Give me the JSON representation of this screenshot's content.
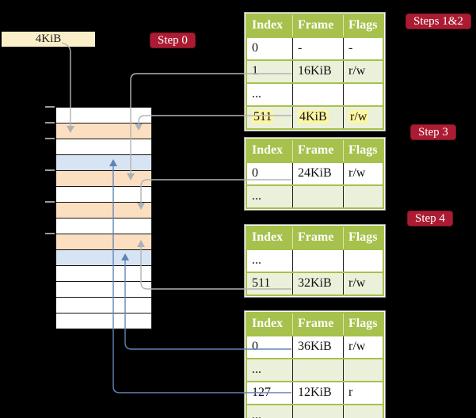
{
  "colors": {
    "background": "#000000",
    "badge": "#ab1c32",
    "badge_border": "#7d1425",
    "green": "#a6c14c",
    "green_light": "#ebf0da",
    "peach": "#fbdfc0",
    "blue_row": "#d7e4f4",
    "cream": "#faefc9",
    "gray_line": "#b3b3b3",
    "gray_arrow": "#a9b2ba",
    "blue_line": "#6285b5",
    "blue_arrow": "#5f83b5",
    "highlight": "#fdf6a2"
  },
  "labels": {
    "size_box": "4KiB",
    "step0": "Step 0",
    "steps12": "Steps 1&2",
    "step3": "Step 3",
    "step4": "Step 4"
  },
  "memory": {
    "rows": [
      "free",
      "page_table",
      "free",
      "data",
      "page_table",
      "free",
      "page_table",
      "free",
      "page_table",
      "data",
      "free",
      "free",
      "free",
      "free"
    ]
  },
  "tables": [
    {
      "header": [
        "Index",
        "Frame",
        "Flags"
      ],
      "rows": [
        {
          "cells": [
            "0",
            "-",
            "-"
          ],
          "shaded": false,
          "highlight": false
        },
        {
          "cells": [
            "1",
            "16KiB",
            "r/w"
          ],
          "shaded": true,
          "highlight": false
        },
        {
          "cells": [
            "...",
            "",
            ""
          ],
          "shaded": false,
          "highlight": false
        },
        {
          "cells": [
            "511",
            "4KiB",
            "r/w"
          ],
          "shaded": true,
          "highlight": true
        }
      ]
    },
    {
      "header": [
        "Index",
        "Frame",
        "Flags"
      ],
      "rows": [
        {
          "cells": [
            "0",
            "24KiB",
            "r/w"
          ],
          "shaded": false,
          "highlight": false
        },
        {
          "cells": [
            "...",
            "",
            ""
          ],
          "shaded": true,
          "highlight": false
        }
      ]
    },
    {
      "header": [
        "Index",
        "Frame",
        "Flags"
      ],
      "rows": [
        {
          "cells": [
            "...",
            "",
            ""
          ],
          "shaded": false,
          "highlight": false
        },
        {
          "cells": [
            "511",
            "32KiB",
            "r/w"
          ],
          "shaded": true,
          "highlight": false
        }
      ]
    },
    {
      "header": [
        "Index",
        "Frame",
        "Flags"
      ],
      "rows": [
        {
          "cells": [
            "0",
            "36KiB",
            "r/w"
          ],
          "shaded": false,
          "highlight": false
        },
        {
          "cells": [
            "...",
            "",
            ""
          ],
          "shaded": true,
          "highlight": false
        },
        {
          "cells": [
            "127",
            "12KiB",
            "r"
          ],
          "shaded": false,
          "highlight": false
        },
        {
          "cells": [
            "...",
            "",
            ""
          ],
          "shaded": true,
          "highlight": false
        }
      ]
    }
  ]
}
